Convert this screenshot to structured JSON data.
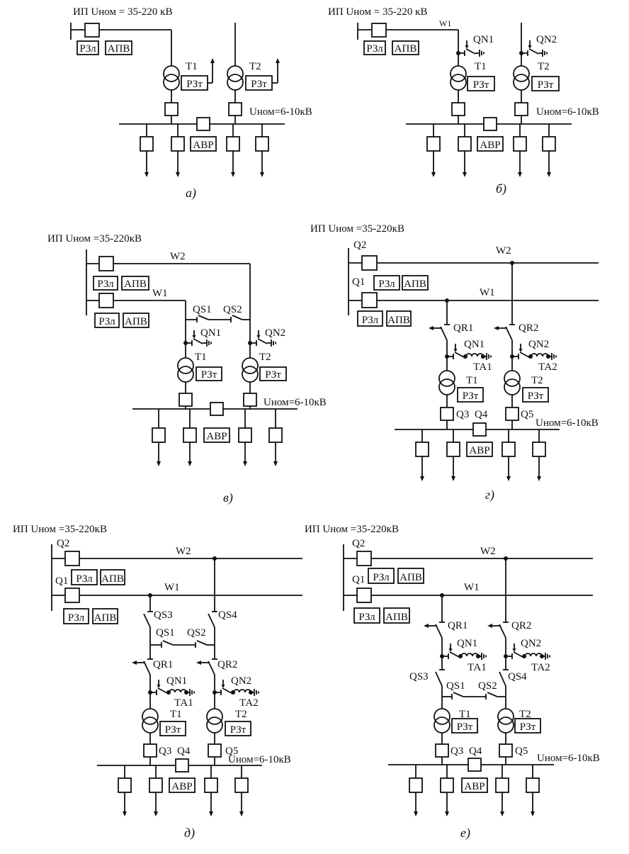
{
  "panels": {
    "a": {
      "title": "ИП Uном = 35-220 кВ",
      "caption": "а)",
      "lv": "Uном=6-10кВ",
      "rzl": "РЗл",
      "apv": "АПВ",
      "t1": "Т1",
      "t2": "Т2",
      "rzt1": "РЗт",
      "rzt2": "РЗт",
      "avr": "АВР"
    },
    "b": {
      "title": "ИП Uном = 35-220 кВ",
      "caption": "б)",
      "lv": "Uном=6-10кВ",
      "w1": "W1",
      "rzl": "РЗл",
      "apv": "АПВ",
      "qn1": "QN1",
      "qn2": "QN2",
      "t1": "Т1",
      "t2": "Т2",
      "rzt1": "РЗт",
      "rzt2": "РЗт",
      "avr": "АВР"
    },
    "v": {
      "title": "ИП Uном =35-220кВ",
      "caption": "в)",
      "lv": "Uном=6-10кВ",
      "w1": "W1",
      "w2": "W2",
      "rzl1": "РЗл",
      "apv1": "АПВ",
      "rzl2": "РЗл",
      "apv2": "АПВ",
      "qs1": "QS1",
      "qs2": "QS2",
      "qn1": "QN1",
      "qn2": "QN2",
      "t1": "Т1",
      "t2": "Т2",
      "rzt1": "РЗт",
      "rzt2": "РЗт",
      "avr": "АВР"
    },
    "g": {
      "title": "ИП Uном =35-220кВ",
      "caption": "г)",
      "lv": "Uном=6-10кВ",
      "q1": "Q1",
      "q2": "Q2",
      "w1": "W1",
      "w2": "W2",
      "rzl1": "РЗл",
      "apv1": "АПВ",
      "rzl2": "РЗл",
      "apv2": "АПВ",
      "qr1": "QR1",
      "qr2": "QR2",
      "qn1": "QN1",
      "qn2": "QN2",
      "ta1": "ТА1",
      "ta2": "ТА2",
      "t1": "Т1",
      "t2": "Т2",
      "rzt1": "РЗт",
      "rzt2": "РЗт",
      "q3": "Q3",
      "q4": "Q4",
      "q5": "Q5",
      "avr": "АВР"
    },
    "d": {
      "title": "ИП Uном =35-220кВ",
      "caption": "д)",
      "lv": "Uном=6-10кВ",
      "q1": "Q1",
      "q2": "Q2",
      "w1": "W1",
      "w2": "W2",
      "rzl1": "РЗл",
      "apv1": "АПВ",
      "rzl2": "РЗл",
      "apv2": "АПВ",
      "qs1": "QS1",
      "qs2": "QS2",
      "qs3": "QS3",
      "qs4": "QS4",
      "qr1": "QR1",
      "qr2": "QR2",
      "qn1": "QN1",
      "qn2": "QN2",
      "ta1": "ТА1",
      "ta2": "ТА2",
      "t1": "Т1",
      "t2": "Т2",
      "rzt1": "РЗт",
      "rzt2": "РЗт",
      "q3": "Q3",
      "q4": "Q4",
      "q5": "Q5",
      "avr": "АВР"
    },
    "e": {
      "title": "ИП Uном =35-220кВ",
      "caption": "е)",
      "lv": "Uном=6-10кВ",
      "q1": "Q1",
      "q2": "Q2",
      "w1": "W1",
      "w2": "W2",
      "rzl1": "РЗл",
      "apv1": "АПВ",
      "rzl2": "РЗл",
      "apv2": "АПВ",
      "qs1": "QS1",
      "qs2": "QS2",
      "qs3": "QS3",
      "qs4": "QS4",
      "qr1": "QR1",
      "qr2": "QR2",
      "qn1": "QN1",
      "qn2": "QN2",
      "ta1": "ТА1",
      "ta2": "ТА2",
      "t1": "Т1",
      "t2": "Т2",
      "rzt1": "РЗт",
      "rzt2": "РЗт",
      "q3": "Q3",
      "q4": "Q4",
      "q5": "Q5",
      "avr": "АВР"
    }
  }
}
